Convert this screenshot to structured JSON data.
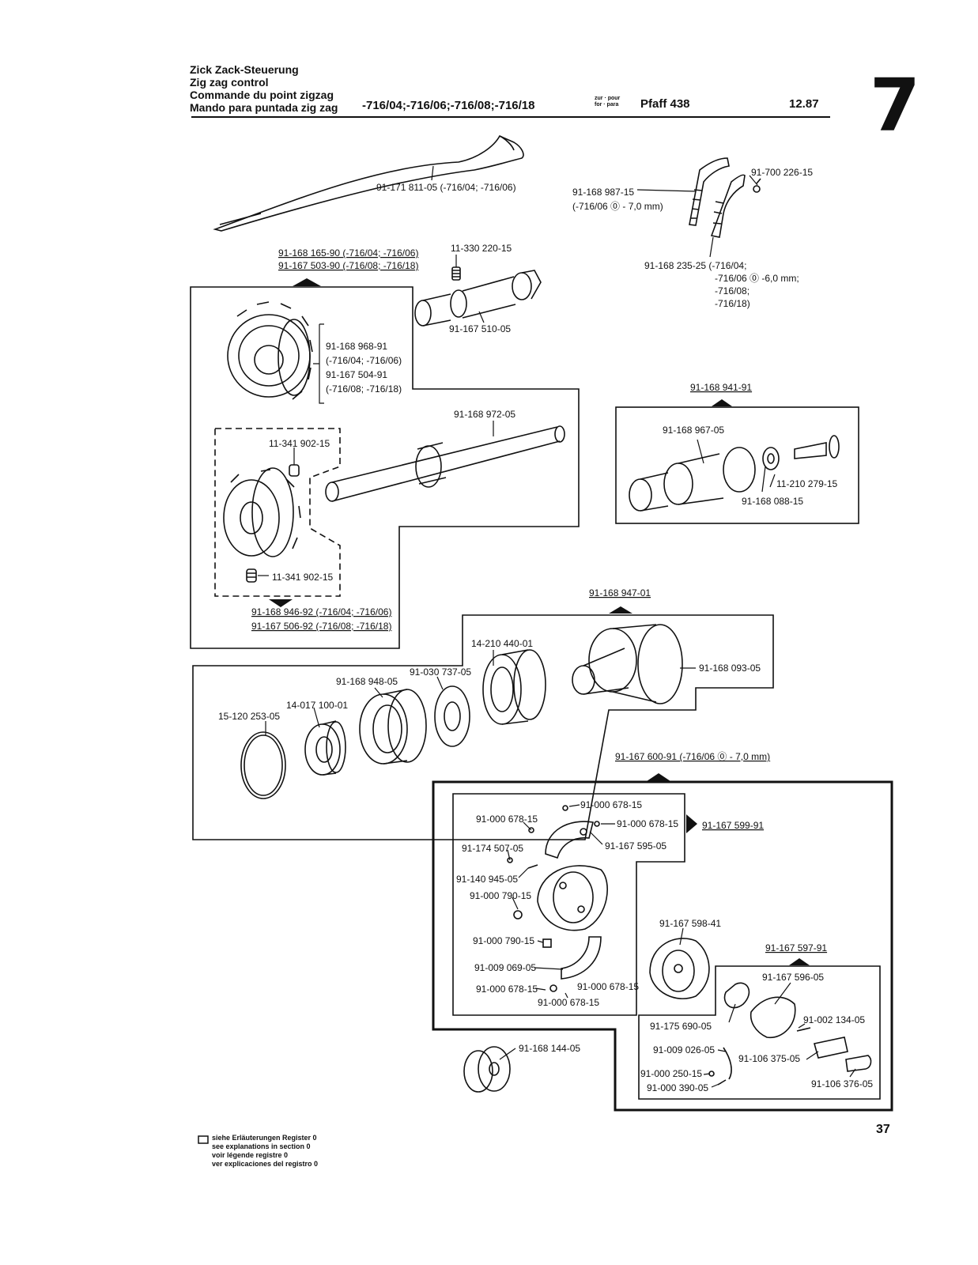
{
  "header": {
    "title_de": "Zick Zack-Steuerung",
    "title_en": "Zig zag control",
    "title_fr": "Commande du point zigzag",
    "title_es": "Mando para puntada zig zag",
    "models": "-716/04;-716/06;-716/08;-716/18",
    "for_label_1": "zur · pour",
    "for_label_2": "for · para",
    "machine": "Pfaff 438",
    "date": "12.87",
    "section": "7"
  },
  "parts": {
    "p1": "91-171 811-05 (-716/04; -716/06)",
    "p2a": "91-168 987-15",
    "p2b": "(-716/06 ⓪ - 7,0 mm)",
    "p3": "91-700 226-15",
    "p4a": "91-168 235-25 (-716/04;",
    "p4b": "-716/06 ⓪ -6,0 mm;",
    "p4c": "-716/08;",
    "p4d": "-716/18)",
    "g1a": "91-168 165-90 (-716/04; -716/06)",
    "g1b": "91-167 503-90 (-716/08; -716/18)",
    "p5": "11-330 220-15",
    "p6": "91-167 510-05",
    "p7a": "91-168 968-91",
    "p7b": "(-716/04; -716/06)",
    "p7c": "91-167 504-91",
    "p7d": "(-716/08; -716/18)",
    "p8": "91-168 972-05",
    "p9": "11-341 902-15",
    "p10": "11-341 902-15",
    "g2a": "91-168 946-92 (-716/04; -716/06)",
    "g2b": "91-167 506-92 (-716/08; -716/18)",
    "g3": "91-168 941-91",
    "p11": "91-168 967-05",
    "p12": "11-210 279-15",
    "p13": "91-168 088-15",
    "g4": "91-168 947-01",
    "p14": "14-210 440-01",
    "p15": "91-030 737-05",
    "p16": "91-168 948-05",
    "p17": "14-017 100-01",
    "p18": "15-120 253-05",
    "p19": "91-168 093-05",
    "g5": "91-167 600-91 (-716/06 ⓪ - 7,0 mm)",
    "p20": "91-000 678-15",
    "p21": "91-000 678-15",
    "p22": "91-000 678-15",
    "g6": "91-167 599-91",
    "p23": "91-174 507-05",
    "p24": "91-167 595-05",
    "p25": "91-140 945-05",
    "p26": "91-000 790-15",
    "p27": "91-000 790-15",
    "p28": "91-009 069-05",
    "p29": "91-000 678-15",
    "p30": "91-000 678-15",
    "p31": "91-000 678-15",
    "p32": "91-167 598-41",
    "g7": "91-167 597-91",
    "p33": "91-167 596-05",
    "p34": "91-175 690-05",
    "p35": "91-002 134-05",
    "p36": "91-009 026-05",
    "p37": "91-106 375-05",
    "p38": "91-000 250-15",
    "p39": "91-000 390-05",
    "p40": "91-106 376-05",
    "p41": "91-168 144-05"
  },
  "legend": {
    "de": "siehe Erläuterungen Register 0",
    "en": "see explanations in section 0",
    "fr": "voir légende registre 0",
    "es": "ver explicaciones del registro 0"
  },
  "page_number": "37"
}
